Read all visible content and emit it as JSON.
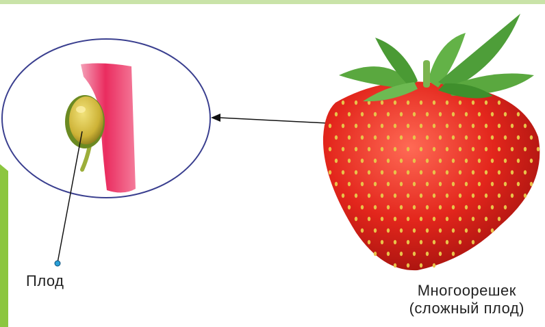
{
  "labels": {
    "fruit": "Плод",
    "strawberry_line1": "Многоорешек",
    "strawberry_line2": "(сложный плод)"
  },
  "colors": {
    "green_accent": "#8cc63f",
    "strawberry_red": "#e0281e",
    "flesh_pink": "#e9285a",
    "achene_yellow": "#d9c043",
    "leaf_green": "#4f9a3a",
    "circle_outline": "#3a3f8f"
  },
  "icons": {
    "strawberry": "strawberry-icon",
    "achene": "achene-icon",
    "pointer_dot": "pointer-dot-icon"
  }
}
